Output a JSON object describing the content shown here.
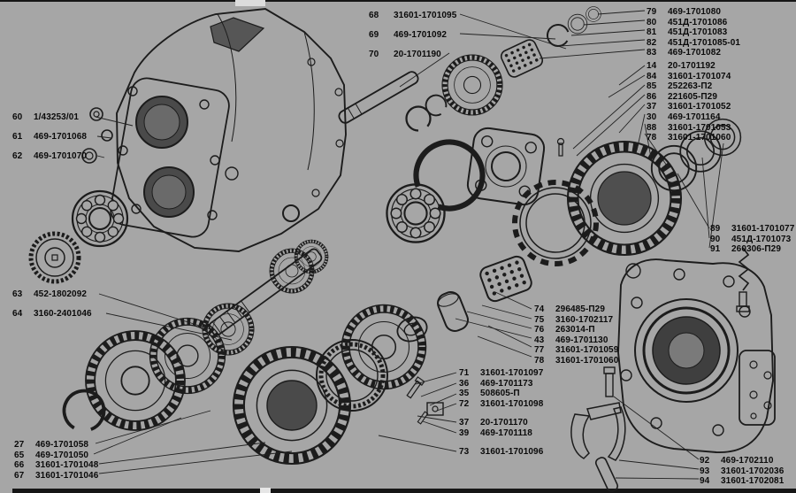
{
  "colors": {
    "background": "#a6a6a6",
    "line": "#1c1c1c",
    "text": "#0a0a0a"
  },
  "labels": {
    "top_center": [
      {
        "num": "68",
        "part": "31601-1701095"
      },
      {
        "num": "69",
        "part": "469-1701092"
      },
      {
        "num": "70",
        "part": "20-1701190"
      }
    ],
    "top_right_a": [
      {
        "num": "79",
        "part": "469-1701080"
      },
      {
        "num": "80",
        "part": "451Д-1701086"
      },
      {
        "num": "81",
        "part": "451Д-1701083"
      },
      {
        "num": "82",
        "part": "451Д-1701085-01"
      },
      {
        "num": "83",
        "part": "469-1701082"
      }
    ],
    "top_right_b": [
      {
        "num": "14",
        "part": "20-1701192"
      },
      {
        "num": "84",
        "part": "31601-1701074"
      },
      {
        "num": "85",
        "part": "252263-П2"
      },
      {
        "num": "86",
        "part": "221605-П29"
      },
      {
        "num": "37",
        "part": "31601-1701052"
      },
      {
        "num": "30",
        "part": "469-1701164"
      },
      {
        "num": "88",
        "part": "31601-1701053"
      },
      {
        "num": "78",
        "part": "31601-1701060"
      }
    ],
    "left_upper": [
      {
        "num": "60",
        "part": "1/43253/01"
      },
      {
        "num": "61",
        "part": "469-1701068"
      },
      {
        "num": "62",
        "part": "469-1701070"
      }
    ],
    "left_mid": [
      {
        "num": "63",
        "part": "452-1802092"
      },
      {
        "num": "64",
        "part": "3160-2401046"
      }
    ],
    "right_mid": [
      {
        "num": "89",
        "part": "31601-1701077"
      },
      {
        "num": "90",
        "part": "451Д-1701073"
      },
      {
        "num": "91",
        "part": "260306-П29"
      }
    ],
    "center_right": [
      {
        "num": "74",
        "part": "296485-П29"
      },
      {
        "num": "75",
        "part": "3160-1702117"
      },
      {
        "num": "76",
        "part": "263014-П"
      },
      {
        "num": "43",
        "part": "469-1701130"
      },
      {
        "num": "77",
        "part": "31601-1701059"
      },
      {
        "num": "78",
        "part": "31601-1701060"
      }
    ],
    "center_lower": [
      {
        "num": "71",
        "part": "31601-1701097"
      },
      {
        "num": "36",
        "part": "469-1701173"
      },
      {
        "num": "35",
        "part": "508605-П"
      },
      {
        "num": "72",
        "part": "31601-1701098"
      }
    ],
    "center_lower2": [
      {
        "num": "37",
        "part": "20-1701170"
      },
      {
        "num": "39",
        "part": "469-1701118"
      }
    ],
    "center_bottom": [
      {
        "num": "73",
        "part": "31601-1701096"
      }
    ],
    "bottom_left": [
      {
        "num": "27",
        "part": "469-1701058"
      },
      {
        "num": "65",
        "part": "469-1701050"
      },
      {
        "num": "66",
        "part": "31601-1701048"
      },
      {
        "num": "67",
        "part": "31601-1701046"
      }
    ],
    "bottom_right": [
      {
        "num": "92",
        "part": "469-1702110"
      },
      {
        "num": "93",
        "part": "31601-1702036"
      },
      {
        "num": "94",
        "part": "31601-1702081"
      }
    ]
  }
}
